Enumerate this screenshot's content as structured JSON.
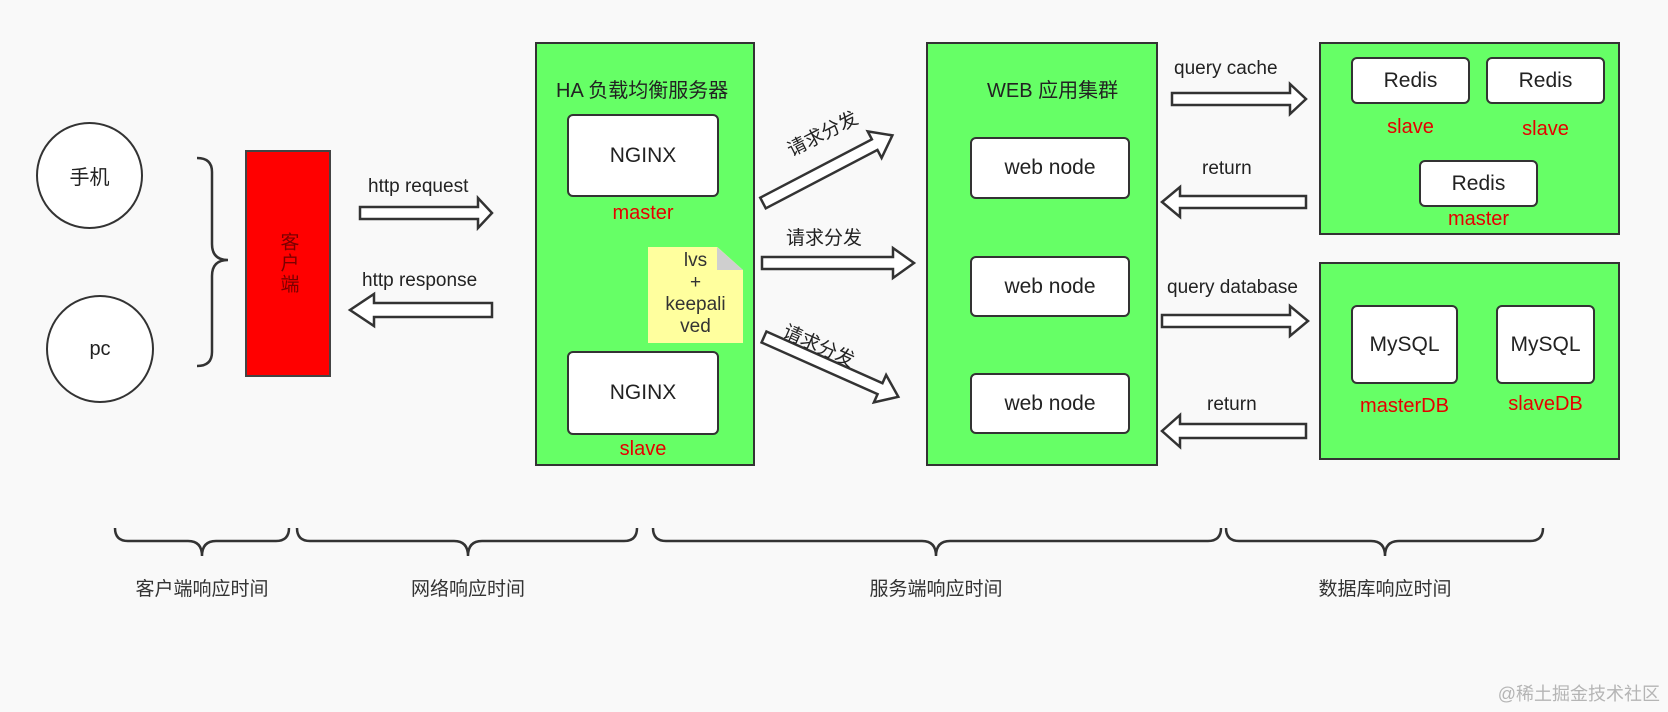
{
  "devices": {
    "mobile": "手机",
    "pc": "pc"
  },
  "client": {
    "label": "客户端"
  },
  "http": {
    "request": "http request",
    "response": "http response"
  },
  "ha": {
    "title": "HA 负载均衡服务器",
    "nginx_top": "NGINX",
    "nginx_top_role": "master",
    "nginx_bottom": "NGINX",
    "nginx_bottom_role": "slave",
    "note_lines": [
      "lvs",
      "+",
      "keepali",
      "ved"
    ]
  },
  "dispatch": {
    "top": "请求分发",
    "middle": "请求分发",
    "bottom": "请求分发"
  },
  "web": {
    "title": "WEB 应用集群",
    "nodes": [
      "web node",
      "web node",
      "web node"
    ]
  },
  "cache_flow": {
    "query": "query cache",
    "return": "return"
  },
  "redis": {
    "nodes": [
      {
        "name": "Redis",
        "role": "slave"
      },
      {
        "name": "Redis",
        "role": "slave"
      },
      {
        "name": "Redis",
        "role": "master"
      }
    ]
  },
  "db_flow": {
    "query": "query database",
    "return": "return"
  },
  "mysql": {
    "nodes": [
      {
        "name": "MySQL",
        "role": "masterDB"
      },
      {
        "name": "MySQL",
        "role": "slaveDB"
      }
    ]
  },
  "timeline": [
    "客户端响应时间",
    "网络响应时间",
    "服务端响应时间",
    "数据库响应时间"
  ],
  "watermark": "@稀土掘金技术社区",
  "colors": {
    "panel": "#66ff66",
    "client": "#ff0000",
    "role_text": "#e60000",
    "note": "#ffff9e"
  }
}
